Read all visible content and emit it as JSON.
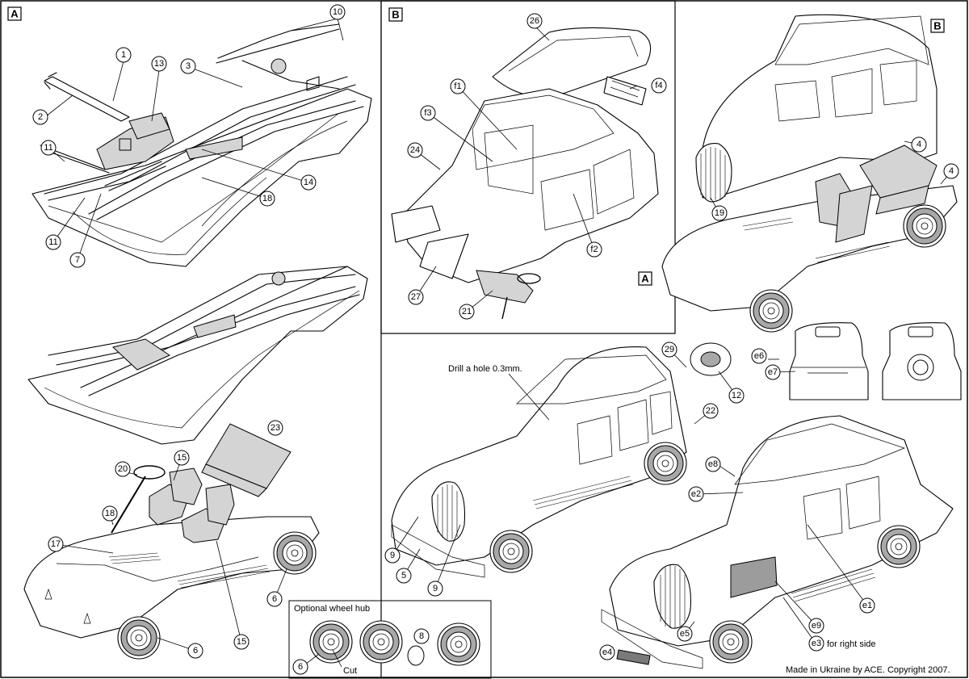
{
  "sections": {
    "a_label": "A",
    "b_label": "B"
  },
  "notes": {
    "drill_hole": "Drill a hole 0.3mm.",
    "optional_hub_title": "Optional wheel hub",
    "cut": "Cut",
    "right_side": "for right side",
    "copyright": "Made in Ukraine by ACE. Copyright 2007."
  },
  "callouts": {
    "c1": "1",
    "c2": "2",
    "c3": "3",
    "c4": "4",
    "c4b": "4",
    "c5": "5",
    "c6a": "6",
    "c6b": "6",
    "c6c": "6",
    "c7": "7",
    "c8": "8",
    "c9a": "9",
    "c9b": "9",
    "c10": "10",
    "c11a": "11",
    "c11b": "11",
    "c12": "12",
    "c13": "13",
    "c14": "14",
    "c15a": "15",
    "c15b": "15",
    "c17": "17",
    "c18a": "18",
    "c18b": "18",
    "c19": "19",
    "c20": "20",
    "c21": "21",
    "c22": "22",
    "c23": "23",
    "c24": "24",
    "c26": "26",
    "c27": "27",
    "c29": "29",
    "f1": "f1",
    "f2": "f2",
    "f3": "f3",
    "f4": "f4",
    "e1": "e1",
    "e2": "e2",
    "e3": "e3",
    "e4": "e4",
    "e5": "e5",
    "e6": "e6",
    "e7": "e7",
    "e8": "e8",
    "e9": "e9"
  }
}
